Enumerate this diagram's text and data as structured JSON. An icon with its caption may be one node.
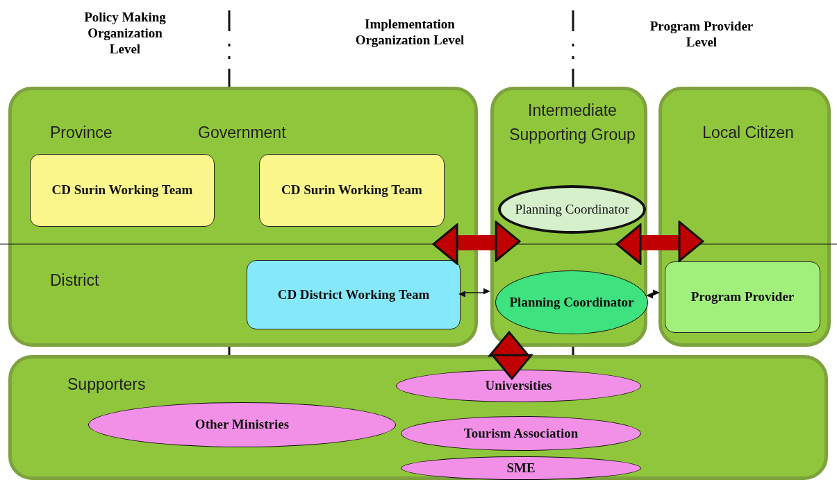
{
  "diagram": {
    "nodes": [
      {
        "text": [
          "Province",
          "Government",
          "District"
        ]
      },
      {
        "text": [
          "CD Surin Working Team"
        ],
        "in": 0
      },
      {
        "text": [
          "CD Surin Working Team"
        ],
        "in": 0
      },
      {
        "text": [
          "CD District Working Team"
        ],
        "in": 0
      },
      {
        "text": [
          "Intermediate Supporting Group"
        ]
      },
      {
        "text": [
          "Planning Coordinator"
        ],
        "in": 4
      },
      {
        "text": [
          "Planning Coordinator"
        ],
        "in": 4
      },
      {
        "text": [
          "Local Citizen"
        ]
      },
      {
        "text": [
          "Program Provider"
        ],
        "in": 7
      },
      {
        "text": [
          "Supporters"
        ]
      },
      {
        "text": [
          "Other Ministries"
        ],
        "in": 9
      },
      {
        "text": [
          "Universities"
        ],
        "in": 9
      },
      {
        "text": [
          "Tourism Association"
        ],
        "in": 9
      },
      {
        "text": [
          "SME"
        ],
        "in": 9
      }
    ],
    "edges": [
      {
        "from": 0,
        "to": 4,
        "arrow": "both"
      },
      {
        "from": 4,
        "to": 7,
        "arrow": "both"
      },
      {
        "from": 6,
        "to": 11,
        "arrow": "both"
      },
      {
        "from": 3,
        "to": 6,
        "arrow": "both",
        "color": "#111111"
      },
      {
        "from": 6,
        "to": 8,
        "arrow": "both",
        "color": "#111111"
      }
    ],
    "labels": [
      "Policy Making Organization Level",
      "Implementation Organization Level",
      "Program Provider Level"
    ]
  }
}
